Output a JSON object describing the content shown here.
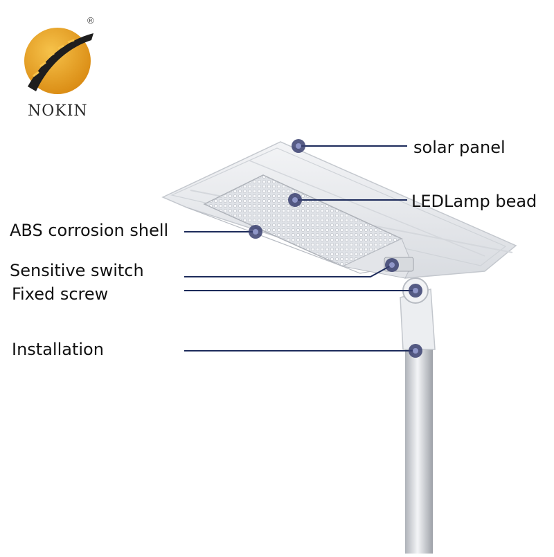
{
  "brand": {
    "name": "NOKIN",
    "registered_mark": "®",
    "logo_color": "#E8A020"
  },
  "labels": {
    "solar_panel": "solar panel",
    "led_lamp_bead": "LEDLamp bead",
    "abs_shell": "ABS corrosion shell",
    "sensitive_switch": "Sensitive switch",
    "fixed_screw": "Fixed screw",
    "installation": "Installation"
  },
  "colors": {
    "leader_line": "#1c2a5a",
    "marker": "#3a4070",
    "housing": "#e6e8ec",
    "pole": "#c9ccd2"
  }
}
